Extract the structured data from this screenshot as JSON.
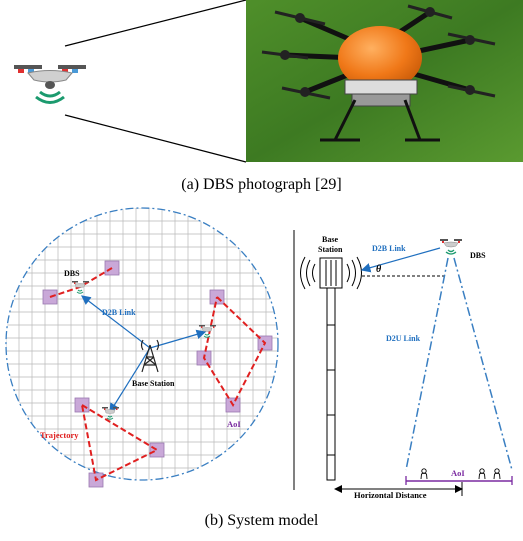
{
  "figure_a": {
    "caption": "(a) DBS photograph [29]"
  },
  "figure_b": {
    "caption": "(b) System model",
    "left_panel": {
      "dbs_label": "DBS",
      "d2b_link_label": "D2B Link",
      "base_station_label": "Base Station",
      "trajectory_label": "Trajectory",
      "aoi_label": "AoI"
    },
    "right_panel": {
      "base_station_label_line1": "Base",
      "base_station_label_line2": "Station",
      "d2b_link_label": "D2B Link",
      "dbs_label": "DBS",
      "theta_label": "θ",
      "d2u_link_label": "D2U Link",
      "aoi_label": "AoI",
      "horizontal_distance_label": "Horizontal Distance"
    }
  },
  "colors": {
    "blue_link": "#1f6fbf",
    "red_trajectory": "#e02020",
    "aoi_fill": "#c9a8d8",
    "purple_aoi": "#7a2aa0",
    "grid": "#b8b8b8",
    "circle": "#3a7fc2"
  }
}
